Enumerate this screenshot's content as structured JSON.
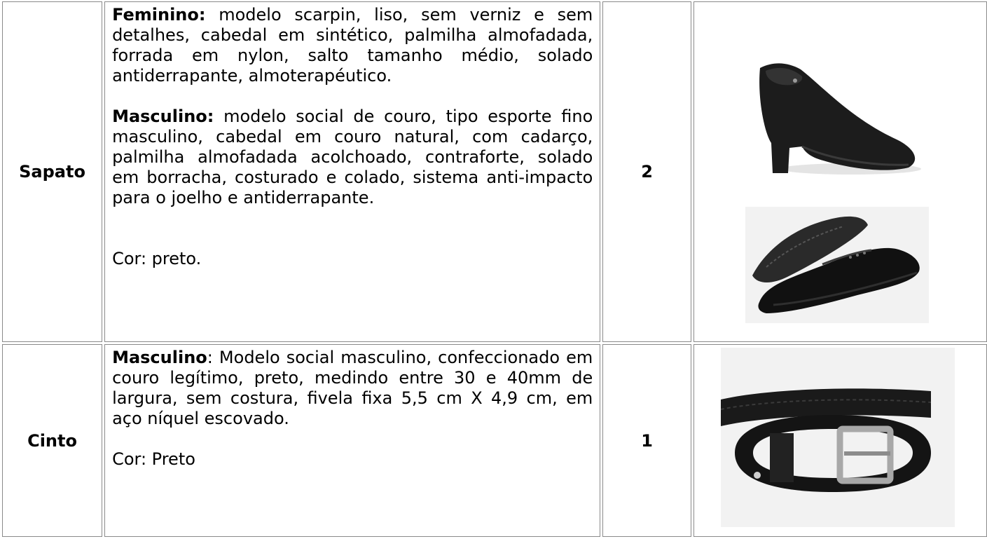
{
  "rows": [
    {
      "item": "Sapato",
      "quantity": "2",
      "female_label": "Feminino:",
      "female_text": " modelo scarpin, liso, sem verniz e sem detalhes, cabedal em sintético, palmilha almofadada, forrada em nylon, salto tamanho médio, solado antiderrapante, almoterapéutico.",
      "male_label": "Masculino:",
      "male_text": " modelo social de couro, tipo esporte fino masculino, cabedal em couro natural, com cadarço, palmilha almofadada acolchoado, contraforte, solado em borracha, costurado e colado, sistema anti-impacto para o joelho e antiderrapante.",
      "color": "Cor: preto.",
      "images": [
        "black-pump-shoe-image",
        "black-oxford-shoe-image"
      ]
    },
    {
      "item": "Cinto",
      "quantity": "1",
      "male_label": "Masculino",
      "male_text": ": Modelo social masculino, confeccionado em couro legítimo, preto, medindo entre 30 e 40mm de largura, sem costura, fivela fixa 5,5 cm X 4,9 cm, em aço níquel escovado.",
      "color": "Cor: Preto",
      "images": [
        "black-leather-belt-image"
      ]
    }
  ],
  "colors": {
    "border": "#8a8a8a",
    "text": "#000000",
    "photo_background": "#f2f2f2"
  }
}
